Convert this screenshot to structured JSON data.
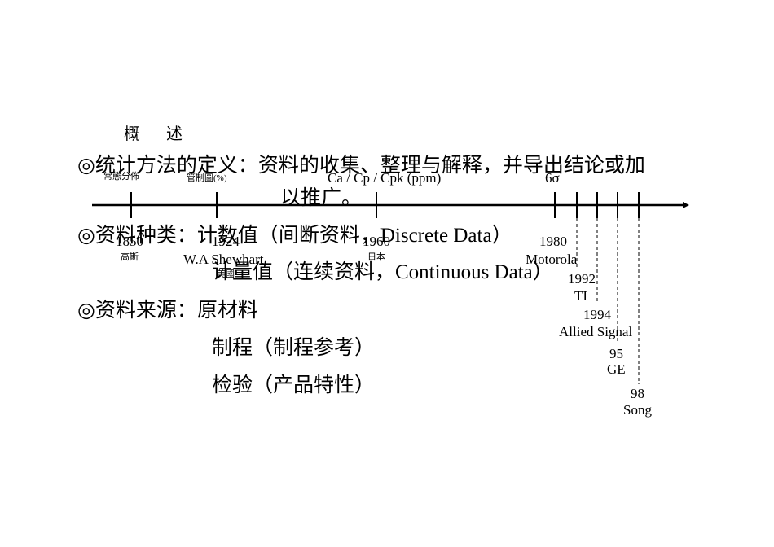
{
  "page_title": "概　述",
  "bullet_mark": "◎",
  "bullets": {
    "definition": {
      "label": "统计方法的定义：",
      "text": "资料的收集、整理与解释，并导出结论或加",
      "cont": "以推广。"
    },
    "types": {
      "label": "资料种类：",
      "item1": "计数值（间断资料，Discrete Data）",
      "item2": "计量值（连续资料，Continuous Data）"
    },
    "sources": {
      "label": "资料来源：",
      "item1": "原材料",
      "item2": "制程（制程参考）",
      "item3": "检验（产品特性）"
    }
  },
  "timeline": {
    "above": {
      "a": "常態分佈",
      "b": "管制圖(%)",
      "c": "Ca / Cp / Cpk (ppm)",
      "d": "6σ"
    },
    "events": [
      {
        "year": "1850",
        "who": "高斯"
      },
      {
        "year": "1924",
        "who": "W.A Shewhart",
        "country": "美國"
      },
      {
        "year": "1960",
        "who": "日本"
      },
      {
        "year": "1980",
        "who": "Motorola"
      },
      {
        "year": "1992",
        "who": "TI"
      },
      {
        "year": "1994",
        "who": "Allied Signal"
      },
      {
        "year": "95",
        "who": "GE"
      },
      {
        "year": "98",
        "who": "Song"
      }
    ]
  }
}
